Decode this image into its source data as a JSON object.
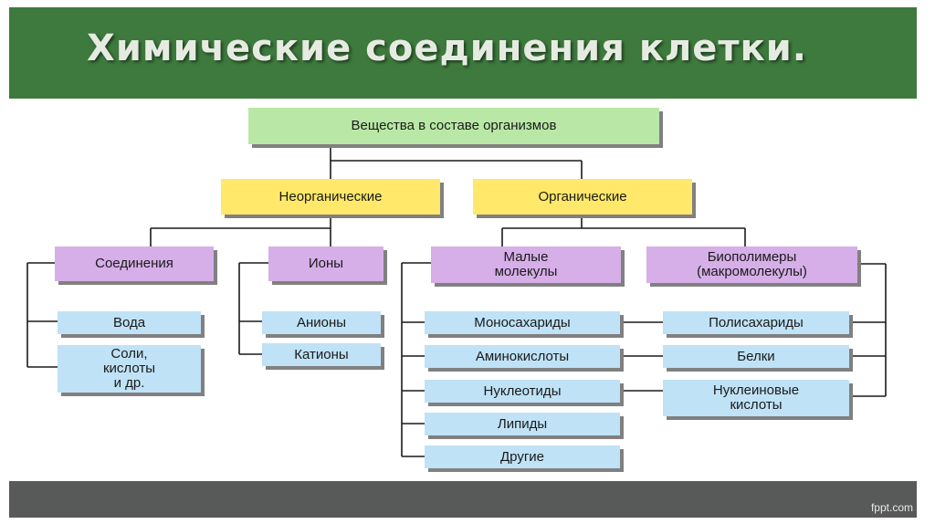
{
  "header": {
    "title": "Химические соединения клетки."
  },
  "footer": {
    "brand": "fppt.com"
  },
  "colors": {
    "header_bg": "#3e7a3e",
    "root": "#b9e8a6",
    "category": "#ffe86a",
    "group": "#d6aee8",
    "item": "#bfe2f6"
  },
  "diagram": {
    "root": "Вещества в составе организмов",
    "inorganic": {
      "label": "Неорганические",
      "compounds": {
        "label": "Соединения",
        "items": [
          "Вода",
          "Соли,\nкислоты\nи др."
        ]
      },
      "ions": {
        "label": "Ионы",
        "items": [
          "Анионы",
          "Катионы"
        ]
      }
    },
    "organic": {
      "label": "Органические",
      "small_molecules": {
        "label": "Малые\nмолекулы",
        "items": [
          "Моносахариды",
          "Аминокислоты",
          "Нуклеотиды",
          "Липиды",
          "Другие"
        ]
      },
      "biopolymers": {
        "label": "Биополимеры\n(макромолекулы)",
        "items": [
          "Полисахариды",
          "Белки",
          "Нуклеиновые\nкислоты"
        ]
      }
    }
  }
}
